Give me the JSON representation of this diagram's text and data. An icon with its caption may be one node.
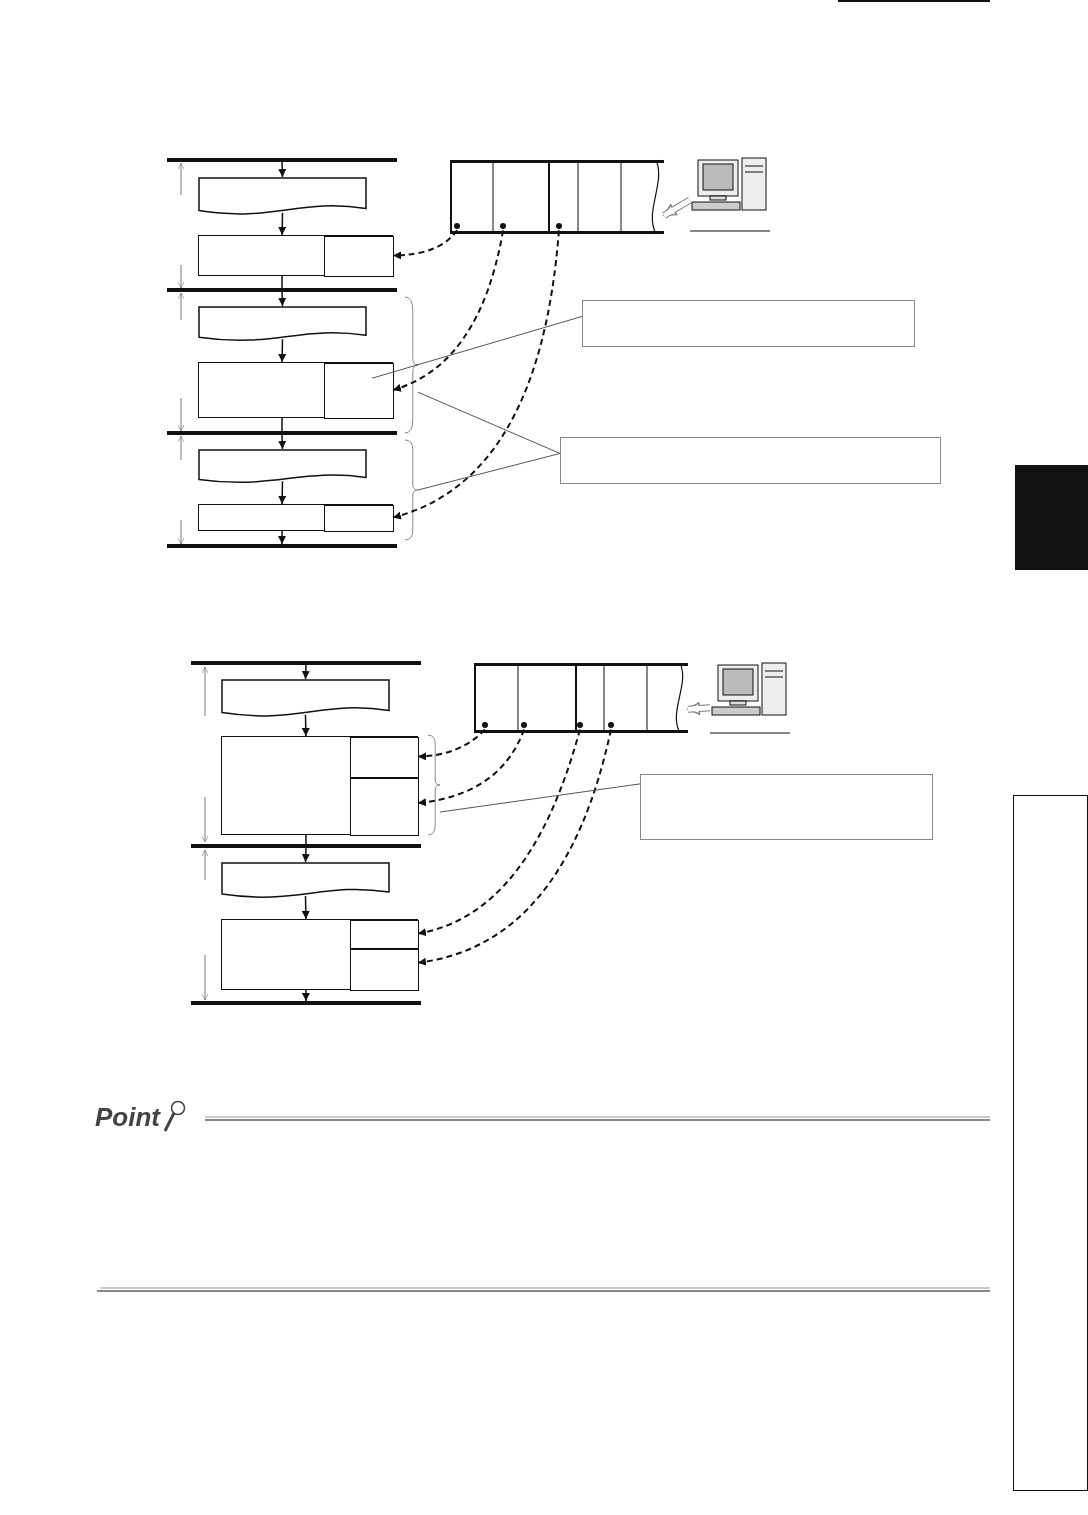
{
  "diagram": {
    "nodes": [
      {
        "text": [],
        "shape": "bar"
      },
      {
        "text": [],
        "shape": "document"
      },
      {
        "text": [],
        "shape": "box"
      },
      {
        "text": [],
        "shape": "box",
        "in": 2
      },
      {
        "text": [],
        "shape": "bar"
      },
      {
        "text": [],
        "shape": "document"
      },
      {
        "text": [],
        "shape": "box"
      },
      {
        "text": [],
        "shape": "box",
        "in": 6
      },
      {
        "text": [],
        "shape": "bar"
      },
      {
        "text": [],
        "shape": "document"
      },
      {
        "text": [],
        "shape": "box"
      },
      {
        "text": [],
        "shape": "box",
        "in": 10
      },
      {
        "text": [],
        "shape": "bar"
      },
      {
        "text": [],
        "shape": "rack"
      },
      {
        "text": [],
        "shape": "picture"
      },
      {
        "text": [],
        "shape": "box"
      },
      {
        "text": [],
        "shape": "box"
      },
      {
        "text": [],
        "shape": "brace"
      },
      {
        "text": [],
        "shape": "brace"
      },
      {
        "text": [],
        "shape": "bar"
      },
      {
        "text": [],
        "shape": "document"
      },
      {
        "text": [],
        "shape": "box"
      },
      {
        "text": [],
        "shape": "box",
        "in": 21
      },
      {
        "text": [],
        "shape": "box",
        "in": 21
      },
      {
        "text": [],
        "shape": "bar"
      },
      {
        "text": [],
        "shape": "document"
      },
      {
        "text": [],
        "shape": "box"
      },
      {
        "text": [],
        "shape": "box",
        "in": 26
      },
      {
        "text": [],
        "shape": "box",
        "in": 26
      },
      {
        "text": [],
        "shape": "bar"
      },
      {
        "text": [],
        "shape": "rack"
      },
      {
        "text": [],
        "shape": "picture"
      },
      {
        "text": [],
        "shape": "box"
      },
      {
        "text": [],
        "shape": "brace"
      }
    ],
    "edges": [
      {
        "from": 0,
        "to": 1,
        "arrow": "to"
      },
      {
        "from": 1,
        "to": 2,
        "arrow": "to"
      },
      {
        "from": 2,
        "to": 4,
        "arrow": "none"
      },
      {
        "from": 4,
        "to": 5,
        "arrow": "to"
      },
      {
        "from": 5,
        "to": 6,
        "arrow": "to"
      },
      {
        "from": 6,
        "to": 8,
        "arrow": "none"
      },
      {
        "from": 8,
        "to": 9,
        "arrow": "to"
      },
      {
        "from": 9,
        "to": 10,
        "arrow": "to"
      },
      {
        "from": 10,
        "to": 12,
        "arrow": "to"
      },
      {
        "from": 13,
        "to": 3,
        "arrow": "to",
        "style": "dashed"
      },
      {
        "from": 13,
        "to": 7,
        "arrow": "to",
        "style": "dashed"
      },
      {
        "from": 13,
        "to": 11,
        "arrow": "to",
        "style": "dashed"
      },
      {
        "from": 14,
        "to": 13,
        "arrow": "to",
        "style": "thick",
        "color": "#777777"
      },
      {
        "from": 15,
        "to": 7,
        "arrow": "none"
      },
      {
        "from": 16,
        "to": 17,
        "arrow": "none"
      },
      {
        "from": 16,
        "to": 18,
        "arrow": "none"
      },
      {
        "from": 19,
        "to": 20,
        "arrow": "to"
      },
      {
        "from": 20,
        "to": 21,
        "arrow": "to"
      },
      {
        "from": 21,
        "to": 24,
        "arrow": "none"
      },
      {
        "from": 24,
        "to": 25,
        "arrow": "to"
      },
      {
        "from": 25,
        "to": 26,
        "arrow": "to"
      },
      {
        "from": 26,
        "to": 29,
        "arrow": "to"
      },
      {
        "from": 30,
        "to": 22,
        "arrow": "to",
        "style": "dashed"
      },
      {
        "from": 30,
        "to": 23,
        "arrow": "to",
        "style": "dashed"
      },
      {
        "from": 30,
        "to": 27,
        "arrow": "to",
        "style": "dashed"
      },
      {
        "from": 30,
        "to": 28,
        "arrow": "to",
        "style": "dashed"
      },
      {
        "from": 31,
        "to": 30,
        "arrow": "to",
        "style": "thick",
        "color": "#777777"
      },
      {
        "from": 32,
        "to": 33,
        "arrow": "none"
      }
    ],
    "labels": [
      "Point"
    ]
  }
}
